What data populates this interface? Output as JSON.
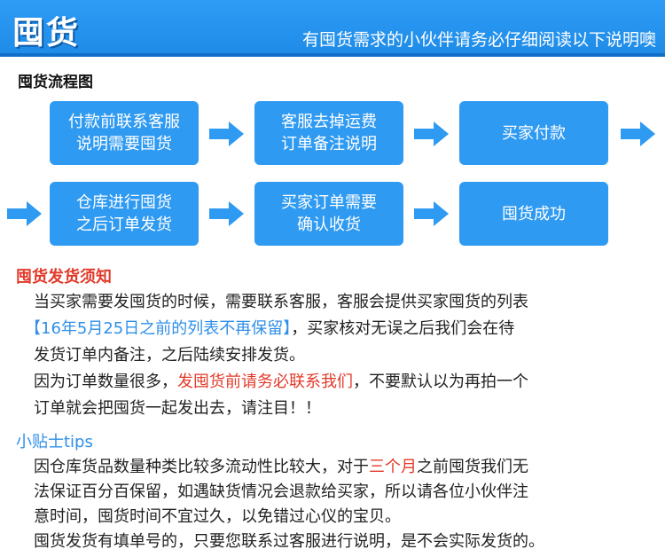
{
  "header": {
    "title": "囤货",
    "subtitle": "有囤货需求的小伙伴请务必仔细阅读以下说明噢"
  },
  "flow": {
    "label": "囤货流程图",
    "steps": [
      "付款前联系客服\n说明需要囤货",
      "客服去掉运费\n订单备注说明",
      "买家付款",
      "仓库进行囤货\n之后订单发货",
      "买家订单需要\n确认收货",
      "囤货成功"
    ],
    "arrow_color": "#2f9af2"
  },
  "notice": {
    "title": "囤货发货须知",
    "line1": "当买家需要发囤货的时候，需要联系客服，客服会提供买家囤货的列表",
    "line2_highlight": "【16年5月25日之前的列表不再保留】",
    "line2_rest": "，买家核对无误之后我们会在待",
    "line3": "发货订单内备注，之后陆续安排发货。",
    "line4_a": "因为订单数量很多，",
    "line4_highlight": "发囤货前请务必联系我们",
    "line4_b": "，不要默认以为再拍一个",
    "line5": "订单就会把囤货一起发出去，请注目！！"
  },
  "tips": {
    "title": "小贴士tips",
    "line1_a": "因仓库货品数量种类比较多流动性比较大，对于",
    "line1_highlight": "三个月",
    "line1_b": "之前囤货我们无",
    "line2": "法保证百分百保留，如遇缺货情况会退款给买家，所以请各位小伙伴注",
    "line3": "意时间，囤货时间不宜过久，以免错过心仪的宝贝。",
    "line4": "囤货发货有填单号的，只要您联系过客服进行说明，是不会实际发货的。"
  },
  "colors": {
    "brand_blue": "#2f9af2",
    "highlight_red": "#e23a2a",
    "highlight_blue": "#2f8fe8"
  }
}
